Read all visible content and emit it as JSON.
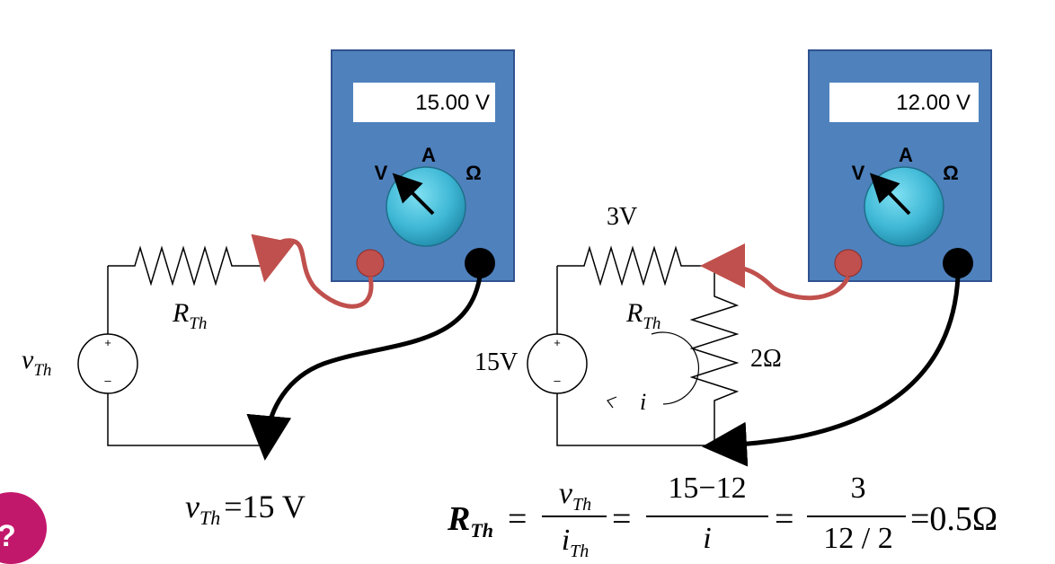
{
  "meter_left": {
    "reading": "15.00 V",
    "mode_v": "V",
    "mode_a": "A",
    "mode_ohm": "Ω"
  },
  "meter_right": {
    "reading": "12.00 V",
    "mode_v": "V",
    "mode_a": "A",
    "mode_ohm": "Ω"
  },
  "circuit_left": {
    "source_label": "v",
    "source_sub": "Th",
    "resistor_label": "R",
    "resistor_sub": "Th",
    "plus": "+",
    "minus": "–"
  },
  "circuit_right": {
    "top_voltage": "3V",
    "resistor_label": "R",
    "resistor_sub": "Th",
    "load_label": "2Ω",
    "source_value": "15V",
    "current": "i",
    "plus": "+",
    "minus": "–"
  },
  "equations": {
    "vth_lhs": "v",
    "vth_sub": "Th",
    "vth_rhs": "=15 V",
    "rth_lhs": "R",
    "rth_sub": "Th",
    "eq1": "=",
    "frac1_num": "v",
    "frac1_num_sub": "Th",
    "frac1_den": "i",
    "frac1_den_sub": "Th",
    "eq2": "=",
    "frac2_num": "15−12",
    "frac2_den": "i",
    "eq3": "=",
    "frac3_num": "3",
    "frac3_den": "12 / 2",
    "result": "=0.5Ω"
  },
  "help_button": {
    "label": "?"
  },
  "colors": {
    "meter_body": "#4f81bd",
    "dial": "#3fb8d6",
    "red_lead": "#c0504d",
    "black_lead": "#000000",
    "help_button": "#c2186b"
  }
}
